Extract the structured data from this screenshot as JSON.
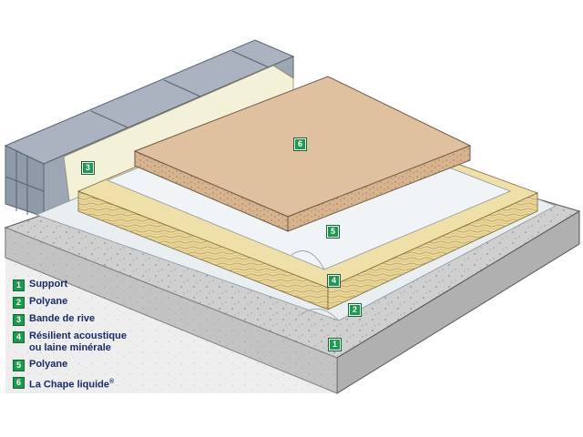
{
  "legend": [
    {
      "num": "1",
      "label": "Support"
    },
    {
      "num": "2",
      "label": "Polyane"
    },
    {
      "num": "3",
      "label": "Bande de rive"
    },
    {
      "num": "4",
      "label": "Résilient acoustique ou laine minérale"
    },
    {
      "num": "5",
      "label": "Polyane"
    },
    {
      "num": "6",
      "label": "La Chape liquide"
    }
  ],
  "chape_registered_mark": "®",
  "callouts": {
    "c1": "1",
    "c2": "2",
    "c3": "3",
    "c4": "4",
    "c5": "5",
    "c6": "6"
  },
  "colors": {
    "badge": "#1e9a4e",
    "legend_text": "#1a2b66",
    "concrete": "#c9c9c9",
    "polyane": "#eef1f3",
    "insulation": "#e7d59a",
    "screed": "#dcbc9a",
    "wall_block": "#98a3b1"
  }
}
